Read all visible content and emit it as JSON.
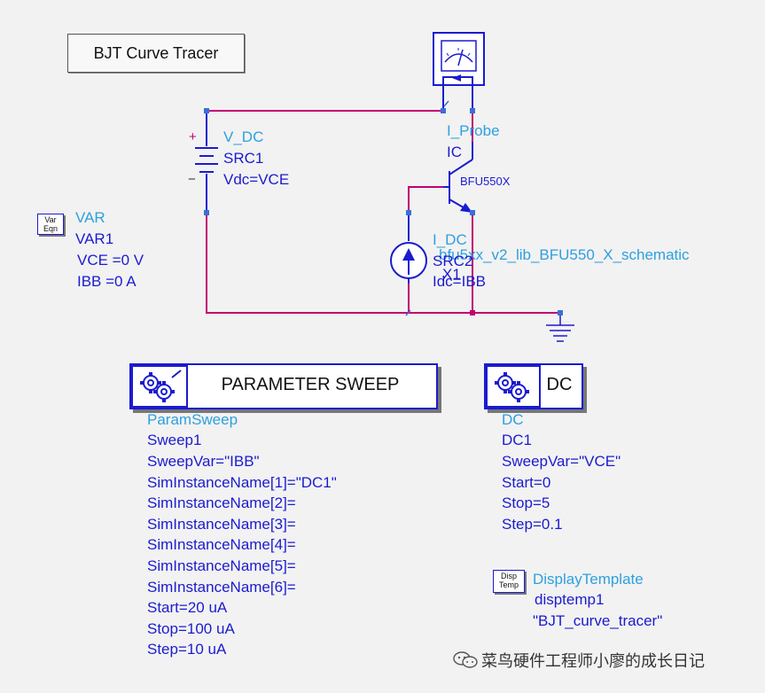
{
  "title": "BJT Curve Tracer",
  "colors": {
    "wire": "#c00070",
    "component": "#1b1bd0",
    "label_light": "#2da0e0",
    "label_dark": "#1b1bd0",
    "node": "#3a6fd8"
  },
  "vdc": {
    "type": "V_DC",
    "name": "SRC1",
    "param": "Vdc=VCE",
    "plus": "+",
    "minus": "−"
  },
  "var_block": {
    "icon_line1": "Var",
    "icon_line2": "Eqn",
    "type": "VAR",
    "name": "VAR1",
    "vars": [
      "VCE =0 V",
      "IBB =0 A"
    ]
  },
  "iprobe": {
    "type": "I_Probe",
    "name": "IC"
  },
  "transistor": {
    "part": "BFU550X",
    "lib": "bfu5xx_v2_lib_BFU550_X_schematic",
    "name": "X1"
  },
  "idc": {
    "type": "I_DC",
    "name": "SRC2",
    "param": "Idc=IBB"
  },
  "sweep": {
    "header": "PARAMETER SWEEP",
    "type": "ParamSweep",
    "name": "Sweep1",
    "params": [
      "SweepVar=\"IBB\"",
      "SimInstanceName[1]=\"DC1\"",
      "SimInstanceName[2]=",
      "SimInstanceName[3]=",
      "SimInstanceName[4]=",
      "SimInstanceName[5]=",
      "SimInstanceName[6]=",
      "Start=20 uA",
      "Stop=100 uA",
      "Step=10 uA"
    ]
  },
  "dc": {
    "header": "DC",
    "type": "DC",
    "name": "DC1",
    "params": [
      "SweepVar=\"VCE\"",
      "Start=0",
      "Stop=5",
      "Step=0.1"
    ]
  },
  "disp": {
    "icon_line1": "Disp",
    "icon_line2": "Temp",
    "type": "DisplayTemplate",
    "name": "disptemp1",
    "param": "\"BJT_curve_tracer\""
  },
  "watermark": "菜鸟硬件工程师小廖的成长日记"
}
